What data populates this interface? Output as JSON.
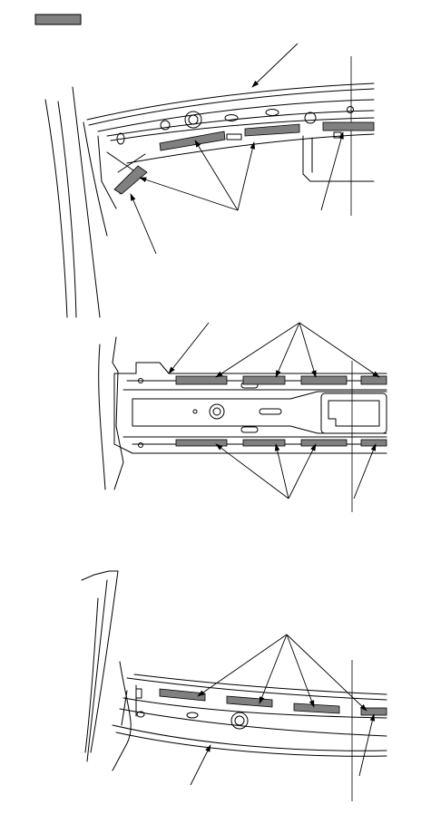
{
  "legend": {
    "swatch_color": "#808080",
    "swatch_label": ""
  },
  "colors": {
    "line": "#000000",
    "adhesive": "#808080",
    "background": "#ffffff"
  },
  "views": [
    {
      "name": "upper-view",
      "label": ""
    },
    {
      "name": "middle-view",
      "label": ""
    },
    {
      "name": "lower-view",
      "label": ""
    }
  ]
}
